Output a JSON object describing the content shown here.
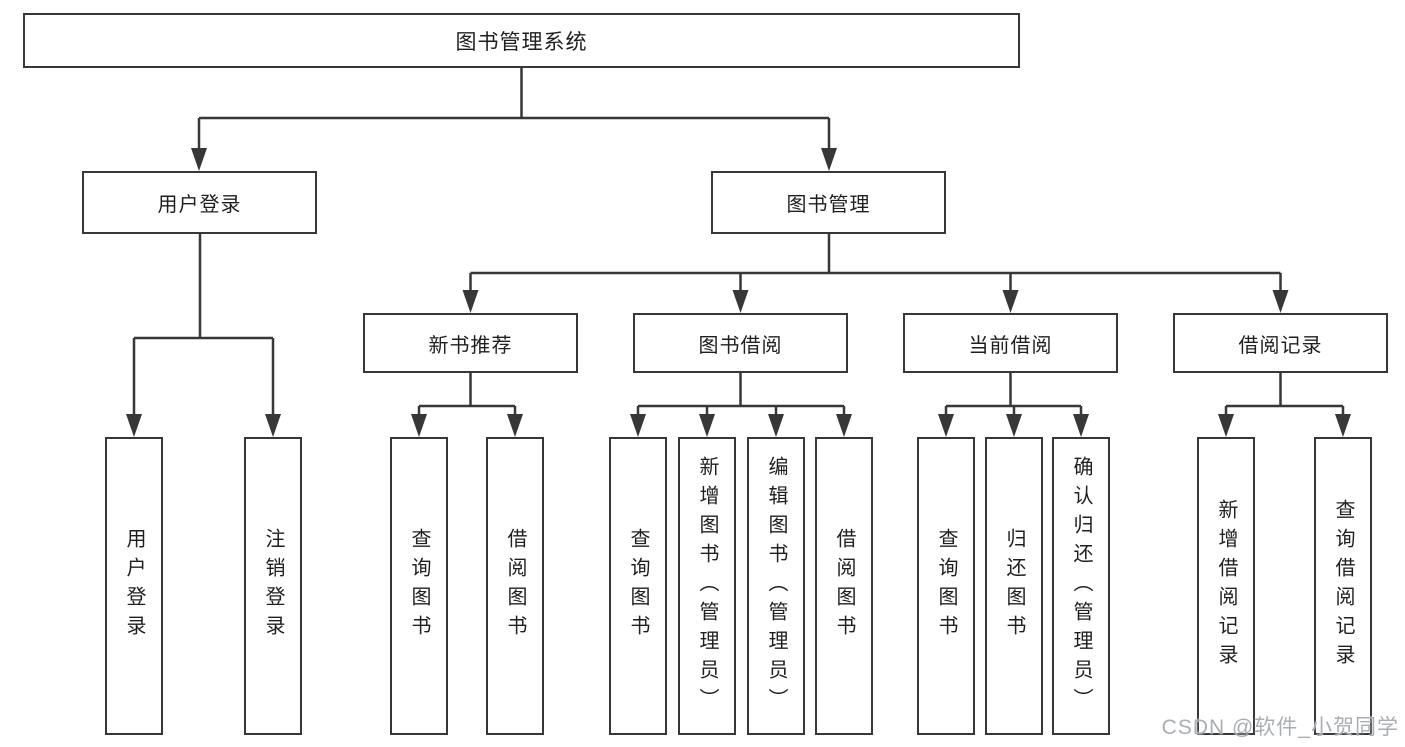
{
  "diagram": {
    "root_label": "图书管理系统",
    "nodes": {
      "user_login": {
        "label": "用户登录",
        "children": [
          "用户登录",
          "注销登录"
        ]
      },
      "book_mgmt": {
        "label": "图书管理"
      },
      "new_book": {
        "label": "新书推荐",
        "children": [
          "查询图书",
          "借阅图书"
        ]
      },
      "book_borrow": {
        "label": "图书借阅",
        "children": [
          "查询图书",
          "新增图书（管理员）",
          "编辑图书（管理员）",
          "借阅图书"
        ]
      },
      "current_borrow": {
        "label": "当前借阅",
        "children": [
          "查询图书",
          "归还图书",
          "确认归还（管理员）"
        ]
      },
      "borrow_record": {
        "label": "借阅记录",
        "children": [
          "新增借阅记录",
          "查询借阅记录"
        ]
      }
    }
  },
  "watermark": "CSDN @软件_小贺同学",
  "colors": {
    "line": "#373737",
    "box_border": "#373737",
    "text": "#1f1f1f",
    "watermark": "#a9aeb3",
    "background": "#ffffff"
  }
}
